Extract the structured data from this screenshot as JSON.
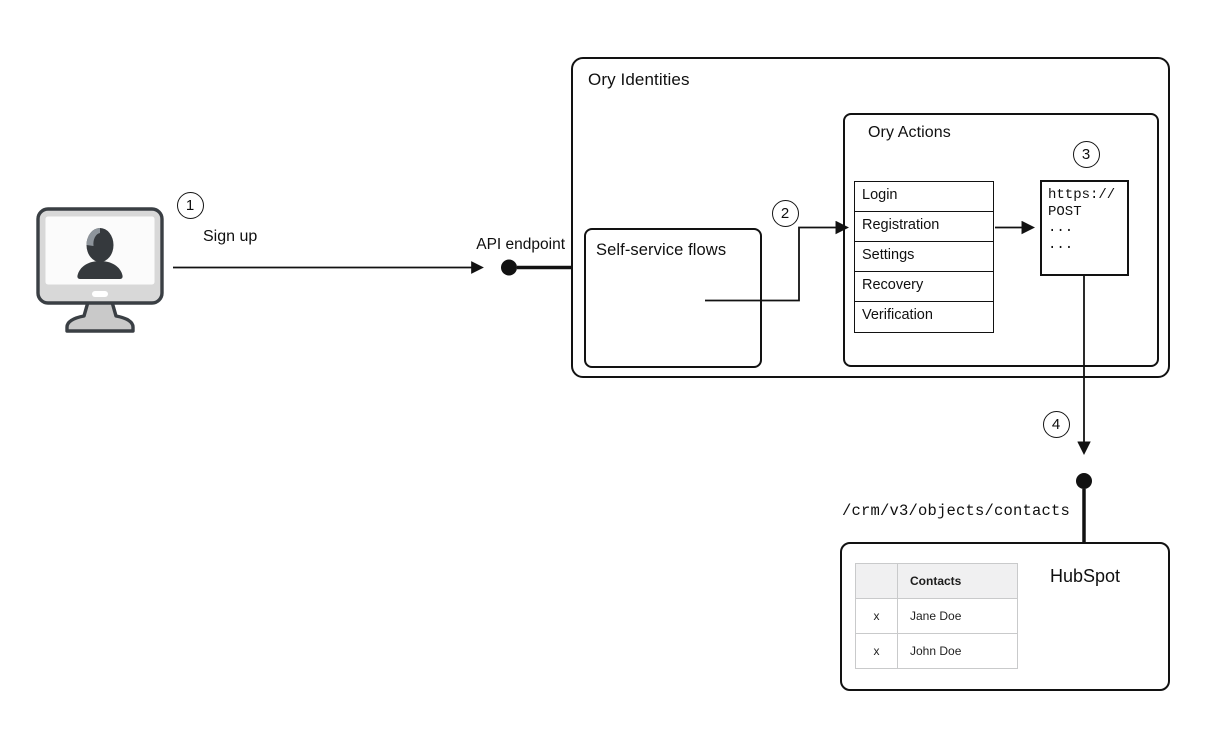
{
  "badges": {
    "one": "1",
    "two": "2",
    "three": "3",
    "four": "4"
  },
  "labels": {
    "sign_up": "Sign up",
    "api_endpoint": "API endpoint",
    "crm_path": "/crm/v3/objects/contacts"
  },
  "ory_identities": {
    "title": "Ory Identities"
  },
  "self_service": {
    "title": "Self-service flows"
  },
  "ory_actions": {
    "title": "Ory Actions",
    "flows": [
      "Login",
      "Registration",
      "Settings",
      "Recovery",
      "Verification"
    ]
  },
  "webhook": {
    "lines": [
      "https://",
      "POST",
      "...",
      "..."
    ]
  },
  "hubspot": {
    "title": "HubSpot",
    "contacts_table": {
      "header": "Contacts",
      "rows": [
        [
          "x",
          "Jane Doe"
        ],
        [
          "x",
          "John Doe"
        ]
      ]
    }
  },
  "colors": {
    "line": "#121212",
    "table_border": "#c9cacb",
    "table_header_bg": "#f0f0f1",
    "monitor_body": "#d8d8d8",
    "monitor_outline": "#3a3f44",
    "silhouette": "#35393d"
  }
}
